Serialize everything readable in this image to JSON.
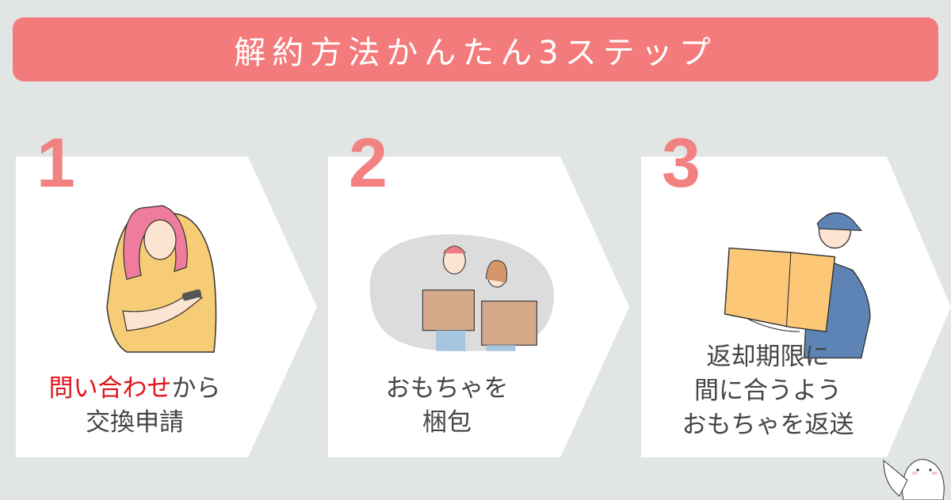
{
  "title": "解約方法かんたん3ステップ",
  "colors": {
    "accent": "#f47b7b",
    "number": "#f28282",
    "highlight": "#e0141a",
    "background": "#e1e5e3",
    "text": "#444444"
  },
  "steps": [
    {
      "number": "1",
      "caption_highlight": "問い合わせ",
      "caption_rest": "から",
      "caption_line2": "交換申請",
      "illustration": "woman-with-smartphone"
    },
    {
      "number": "2",
      "caption_line1": "おもちゃを",
      "caption_line2": "梱包",
      "illustration": "couple-carrying-boxes"
    },
    {
      "number": "3",
      "caption_line1": "返却期限に",
      "caption_line2": "間に合うよう",
      "caption_line3": "おもちゃを返送",
      "illustration": "delivery-man-with-box"
    }
  ],
  "mascot": "white-bird-mascot"
}
